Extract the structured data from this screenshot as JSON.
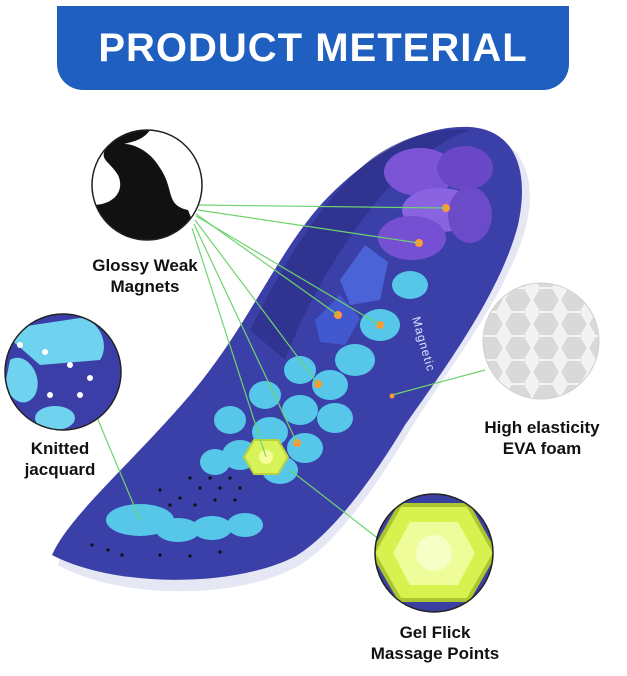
{
  "banner": {
    "title": "PRODUCT METERIAL"
  },
  "insole": {
    "brand_text": "Magnetic"
  },
  "callouts": {
    "glossy_magnets": {
      "line1": "Glossy Weak",
      "line2": "Magnets"
    },
    "knitted_jacquard": {
      "line1": "Knitted",
      "line2": "jacquard"
    },
    "eva_foam": {
      "line1": "High elasticity",
      "line2": "EVA foam"
    },
    "gel_points": {
      "line1": "Gel Flick",
      "line2": "Massage Points"
    }
  },
  "colors": {
    "banner": "#1f5fc0",
    "insole_base": "#3b3fa8",
    "cyan_pads": "#56c7e8",
    "purple_pads": "#7b55d6",
    "gel": "#d8f25a",
    "leader_lines": "#6fd36f"
  }
}
